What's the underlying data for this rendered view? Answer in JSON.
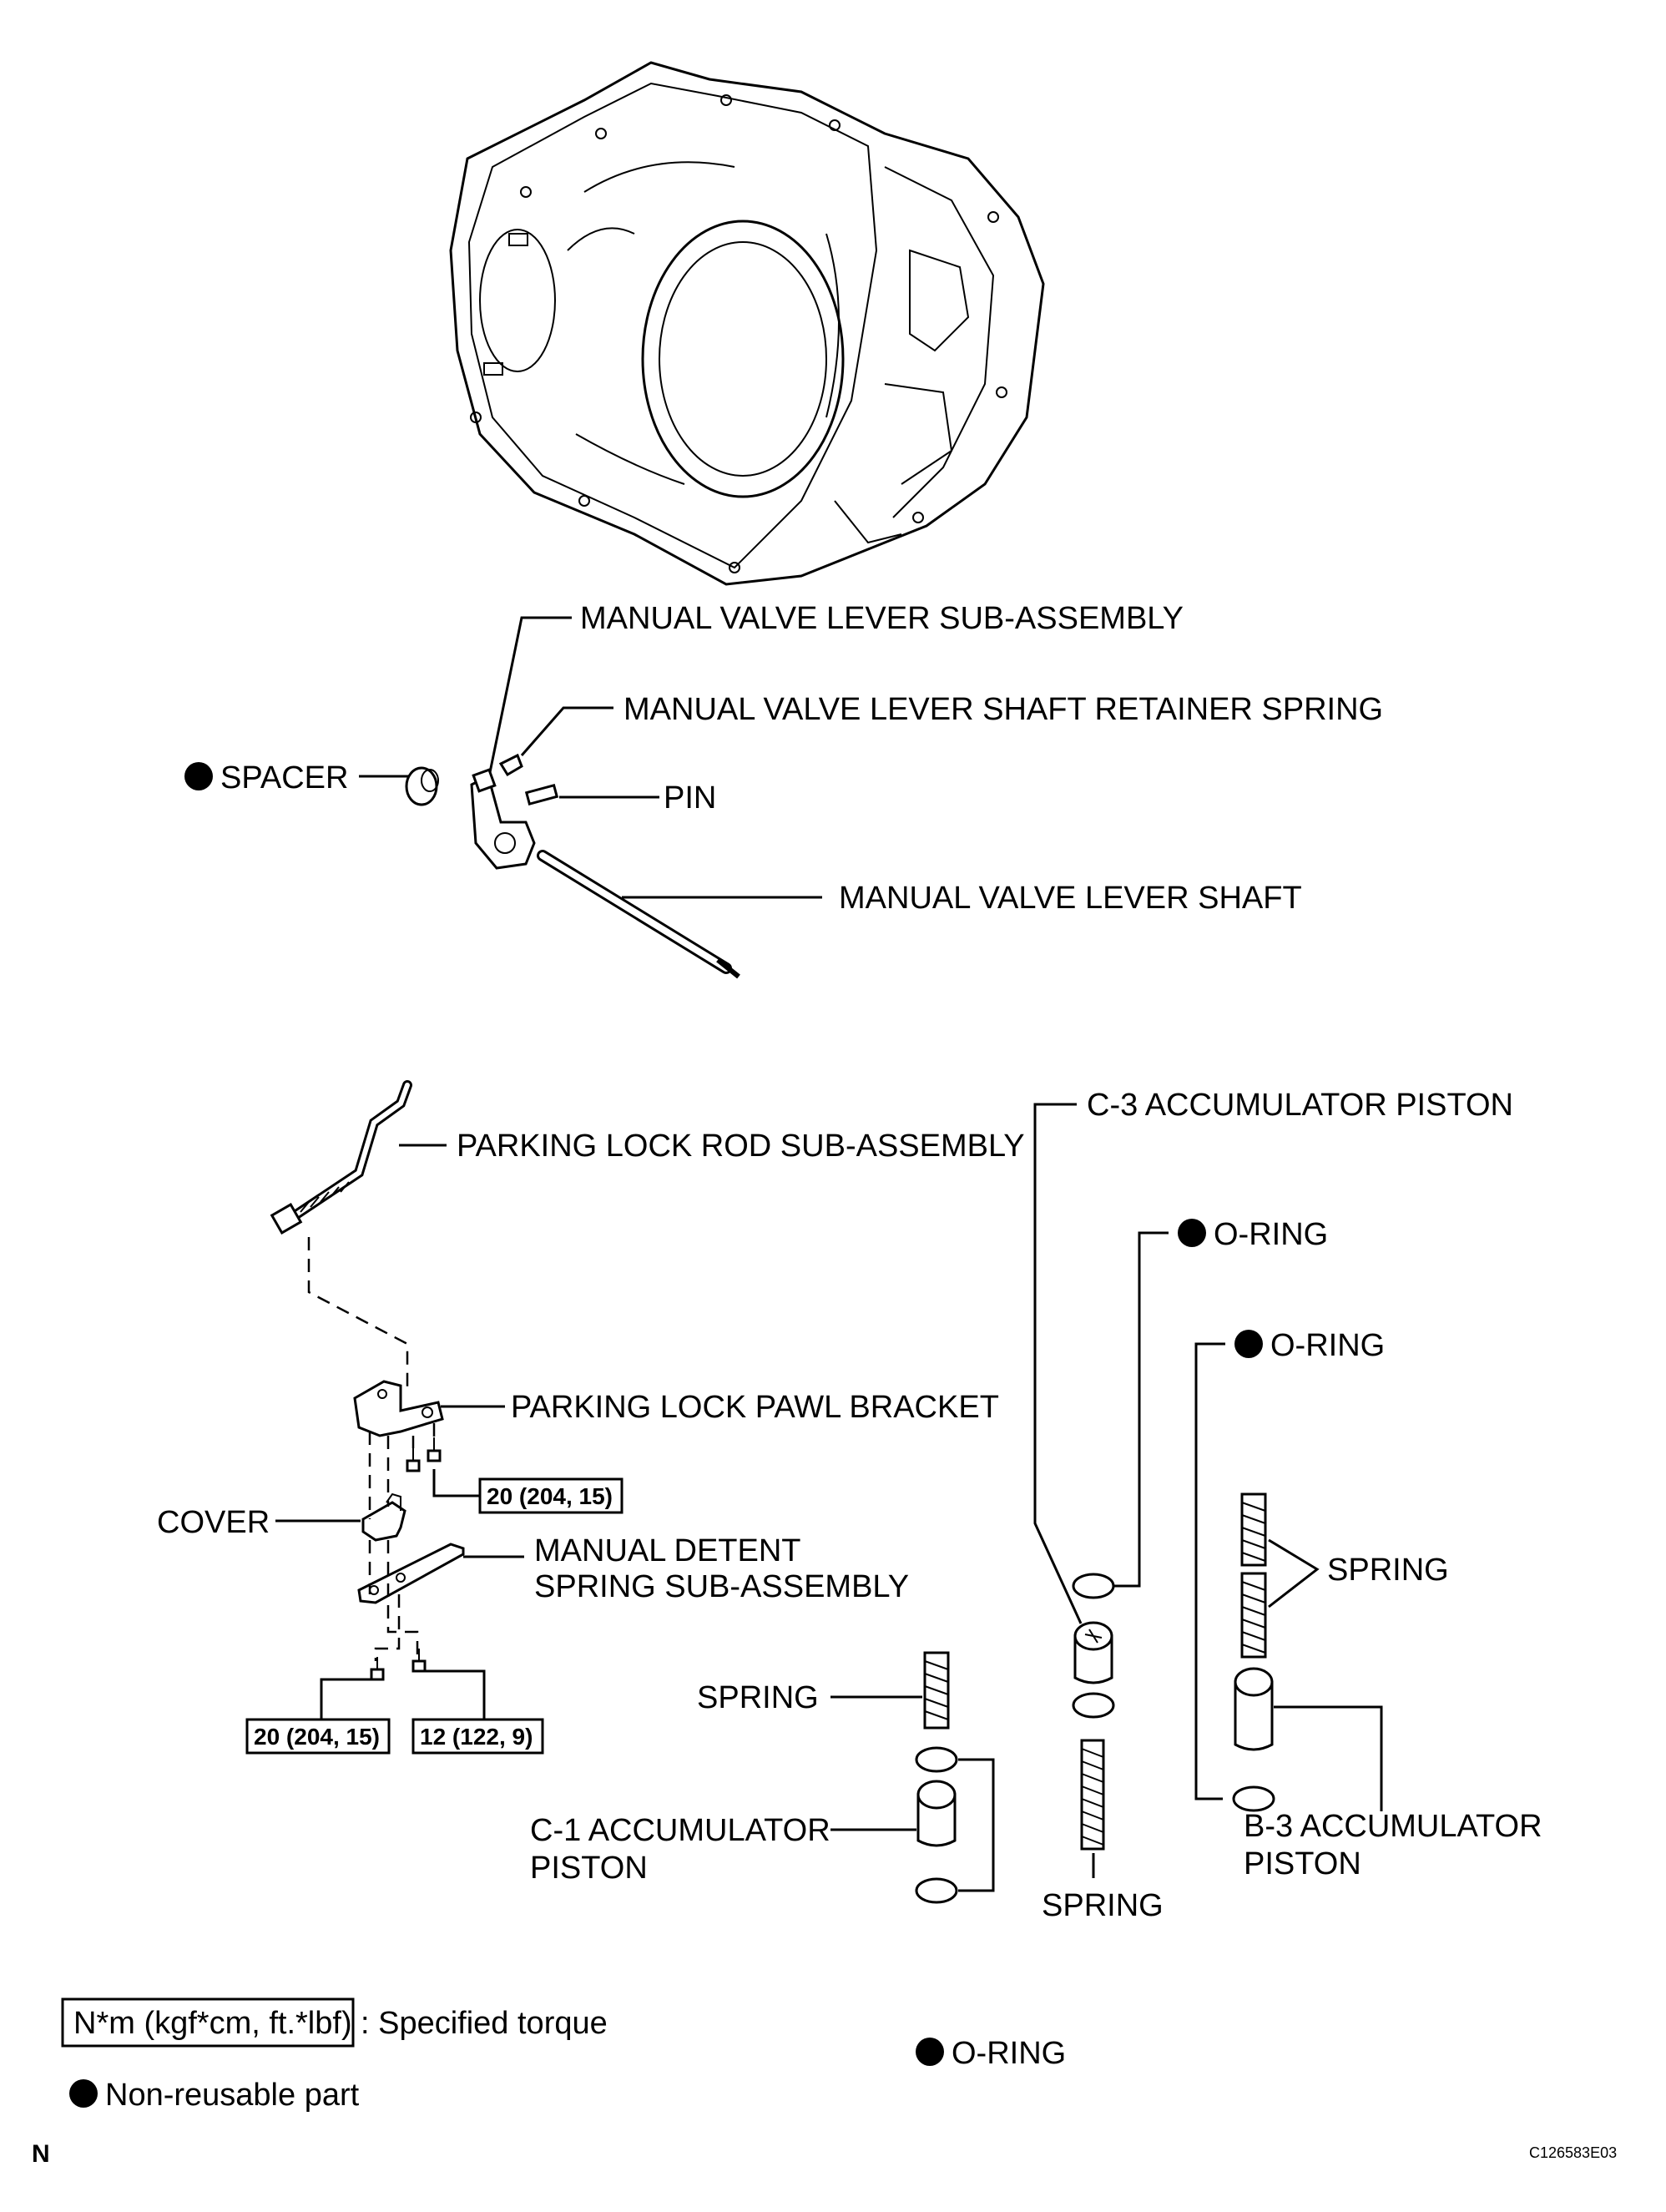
{
  "labels": {
    "manual_valve_lever_sub_assembly": "MANUAL VALVE LEVER SUB-ASSEMBLY",
    "manual_valve_lever_shaft_retainer_spring": "MANUAL VALVE LEVER SHAFT RETAINER SPRING",
    "spacer": "SPACER",
    "pin": "PIN",
    "manual_valve_lever_shaft": "MANUAL VALVE LEVER SHAFT",
    "parking_lock_rod_sub_assembly": "PARKING LOCK ROD SUB-ASSEMBLY",
    "parking_lock_pawl_bracket": "PARKING LOCK PAWL BRACKET",
    "cover": "COVER",
    "manual_detent_spring_line1": "MANUAL DETENT",
    "manual_detent_spring_line2": "SPRING SUB-ASSEMBLY",
    "c3_accumulator_piston": "C-3 ACCUMULATOR PISTON",
    "o_ring_c3_top": "O-RING",
    "o_ring_b3": "O-RING",
    "spring_b3": "SPRING",
    "spring_c1": "SPRING",
    "c1_accumulator_piston_line1": "C-1 ACCUMULATOR",
    "c1_accumulator_piston_line2": "PISTON",
    "spring_c3_bottom": "SPRING",
    "b3_accumulator_piston_line1": "B-3 ACCUMULATOR",
    "b3_accumulator_piston_line2": "PISTON",
    "o_ring_c1_bottom": "O-RING"
  },
  "torque_specs": {
    "bracket_bolt": "20 (204, 15)",
    "detent_bolt_left": "20 (204, 15)",
    "detent_bolt_right": "12 (122, 9)"
  },
  "legend": {
    "torque_box": "N*m (kgf*cm, ft.*lbf)",
    "torque_text": ": Specified torque",
    "non_reusable_text": "Non-reusable part"
  },
  "corner": {
    "north_mark": "N",
    "figure_code": "C126583E03"
  }
}
